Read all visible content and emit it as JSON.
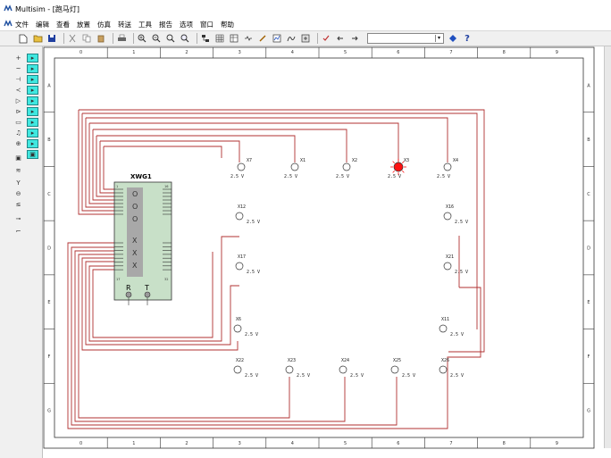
{
  "window": {
    "title": "Multisim - [跑马灯]"
  },
  "menu": {
    "items": [
      "文件",
      "编辑",
      "查看",
      "放置",
      "仿真",
      "转送",
      "工具",
      "报告",
      "选项",
      "窗口",
      "帮助"
    ]
  },
  "toolbar": {
    "buttons": [
      "new-icon",
      "open-icon",
      "save-icon",
      "cut-icon",
      "copy-icon",
      "paste-icon",
      "print-icon",
      "zoom-in-icon",
      "zoom-out-icon",
      "zoom-area-icon",
      "zoom-fit-icon",
      "hierarchy-icon",
      "grid-icon",
      "spreadsheet-icon",
      "component-icon",
      "probe-icon",
      "graph-icon",
      "analysis-icon",
      "postprocessor-icon",
      "erc-icon",
      "back-annotate-icon",
      "forward-annotate-icon"
    ],
    "combo_value": "",
    "help_symbol": "?"
  },
  "ruler": {
    "columns": [
      "0",
      "1",
      "2",
      "3",
      "4",
      "5",
      "6",
      "7",
      "8",
      "9"
    ],
    "rows": [
      "A",
      "B",
      "C",
      "D",
      "E",
      "F",
      "G"
    ]
  },
  "schematic": {
    "generator_label": "XWG1",
    "generator_pin_r": "R",
    "generator_pin_t": "T",
    "generator_led_o": [
      "O",
      "O",
      "O"
    ],
    "generator_led_x": [
      "X",
      "X",
      "X"
    ],
    "generator_corner_labels": [
      "1",
      "16",
      "17",
      "32"
    ],
    "lamps": [
      {
        "name": "X7",
        "rating": "2.5 V",
        "lit": false
      },
      {
        "name": "X1",
        "rating": "2.5 V",
        "lit": false
      },
      {
        "name": "X2",
        "rating": "2.5 V",
        "lit": false
      },
      {
        "name": "X3",
        "rating": "2.5 V",
        "lit": true
      },
      {
        "name": "X4",
        "rating": "2.5 V",
        "lit": false
      },
      {
        "name": "X12",
        "rating": "2.5 V",
        "lit": false
      },
      {
        "name": "X16",
        "rating": "2.5 V",
        "lit": false
      },
      {
        "name": "X17",
        "rating": "2.5 V",
        "lit": false
      },
      {
        "name": "X21",
        "rating": "2.5 V",
        "lit": false
      },
      {
        "name": "X6",
        "rating": "2.5 V",
        "lit": false
      },
      {
        "name": "X11",
        "rating": "2.5 V",
        "lit": false
      },
      {
        "name": "X22",
        "rating": "2.5 V",
        "lit": false
      },
      {
        "name": "X23",
        "rating": "2.5 V",
        "lit": false
      },
      {
        "name": "X24",
        "rating": "2.5 V",
        "lit": false
      },
      {
        "name": "X25",
        "rating": "2.5 V",
        "lit": false
      },
      {
        "name": "X26",
        "rating": "2.5 V",
        "lit": false
      }
    ]
  },
  "colors": {
    "wire": "#b03030",
    "lamp_on": "#ff1010",
    "generator_body": "#c8e0c8",
    "generator_display": "#a8a8a8",
    "palette_highlight": "#40e8e0"
  }
}
